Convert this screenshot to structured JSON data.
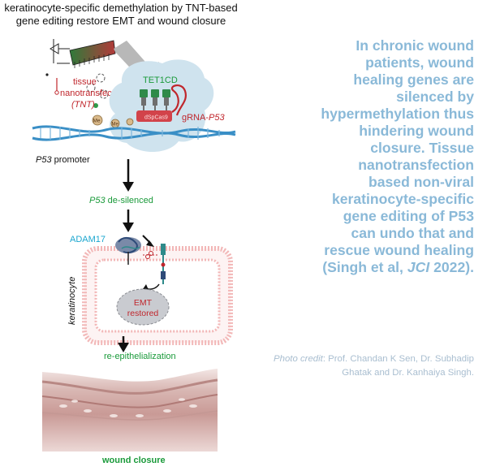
{
  "title": {
    "line1": "keratinocyte-specific demethylation by TNT-based",
    "line2": "gene editing restore EMT and wound closure"
  },
  "diagram": {
    "tnt_line1": "tissue",
    "tnt_line2": "nanotransfection",
    "tnt_abbrev": "(TNT)",
    "tet1cd": "TET1CD",
    "dcas9": "dSpCas9",
    "grna_prefix": "gRNA-",
    "grna_gene": "P53",
    "methyl_label": "Me",
    "promoter_gene": "P53",
    "promoter_suffix": " promoter",
    "desilenced_gene": "P53",
    "desilenced_suffix": " de-silenced",
    "adam17": "ADAM17",
    "keratinocyte": "keratinocyte",
    "emt_line1": "EMT",
    "emt_line2": "restored",
    "reepi": "re-epithelialization",
    "wound_closure": "wound closure"
  },
  "blurb": {
    "lines": [
      "In chronic wound",
      "patients, wound",
      "healing genes are",
      "silenced by",
      "hypermethylation thus",
      "hindering wound",
      "closure. Tissue",
      "nanotransfection",
      "based non-viral",
      "keratinocyte-specific",
      "gene editing of P53",
      "can undo that and",
      "rescue wound healing"
    ],
    "last_prefix": "(Singh et al, ",
    "last_journal": "JCI",
    "last_suffix": " 2022)."
  },
  "credit": {
    "label": "Photo credit",
    "line1_rest": ": Prof. Chandan K Sen, Dr. Subhadip",
    "line2": "Ghatak and Dr. Kanhaiya Singh."
  },
  "colors": {
    "blurb_text": "#8ab9d8",
    "credit_text": "#a9bed0",
    "green_label": "#1a9a3a",
    "red_label": "#c0262c",
    "cyan_label": "#1aa6cf",
    "dna_blue": "#3a8fc6",
    "cloud_blue": "#cfe3ee"
  },
  "icons": [
    "tnt-chip-icon",
    "gray-arrow-icon",
    "dna-icon",
    "methyl-icon",
    "cas9-complex-icon",
    "cell-membrane-icon",
    "nucleus-icon",
    "skin-tissue-icon"
  ]
}
